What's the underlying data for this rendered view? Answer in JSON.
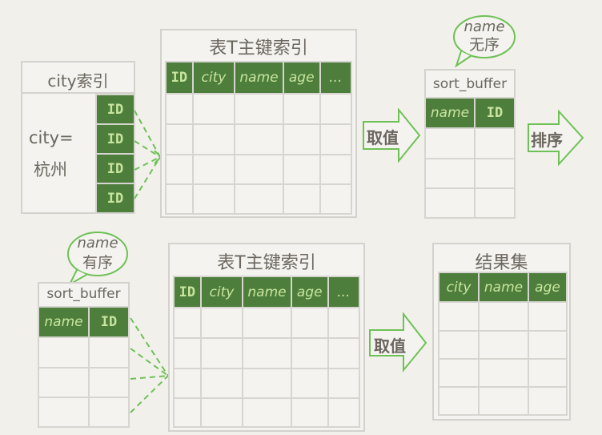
{
  "colors": {
    "background": "#f1f0eb",
    "header_green": "#4e7e3b",
    "header_text": "#c8e5a0",
    "grid_line": "#d6d5d0",
    "arrow_green": "#6ec156",
    "text_gray": "#6b675f"
  },
  "top_row": {
    "city_index": {
      "title": "city索引",
      "key_label_line1": "city=",
      "key_label_line2": "杭州",
      "id_cells": [
        "ID",
        "ID",
        "ID",
        "ID"
      ]
    },
    "primary_index": {
      "title": "表T主键索引",
      "columns": [
        "ID",
        "city",
        "name",
        "age",
        "..."
      ],
      "empty_rows": 4
    },
    "fetch_arrow": {
      "label": "取值"
    },
    "sort_buffer": {
      "title": "sort_buffer",
      "columns": [
        "name",
        "ID"
      ],
      "empty_rows": 3,
      "bubble_line1": "name",
      "bubble_line2": "无序"
    },
    "sort_arrow": {
      "label": "排序"
    }
  },
  "bottom_row": {
    "sort_buffer": {
      "title": "sort_buffer",
      "columns": [
        "name",
        "ID"
      ],
      "empty_rows": 3,
      "bubble_line1": "name",
      "bubble_line2": "有序"
    },
    "primary_index": {
      "title": "表T主键索引",
      "columns": [
        "ID",
        "city",
        "name",
        "age",
        "..."
      ],
      "empty_rows": 4
    },
    "fetch_arrow": {
      "label": "取值"
    },
    "result_set": {
      "title": "结果集",
      "columns": [
        "city",
        "name",
        "age"
      ],
      "empty_rows": 4
    }
  }
}
